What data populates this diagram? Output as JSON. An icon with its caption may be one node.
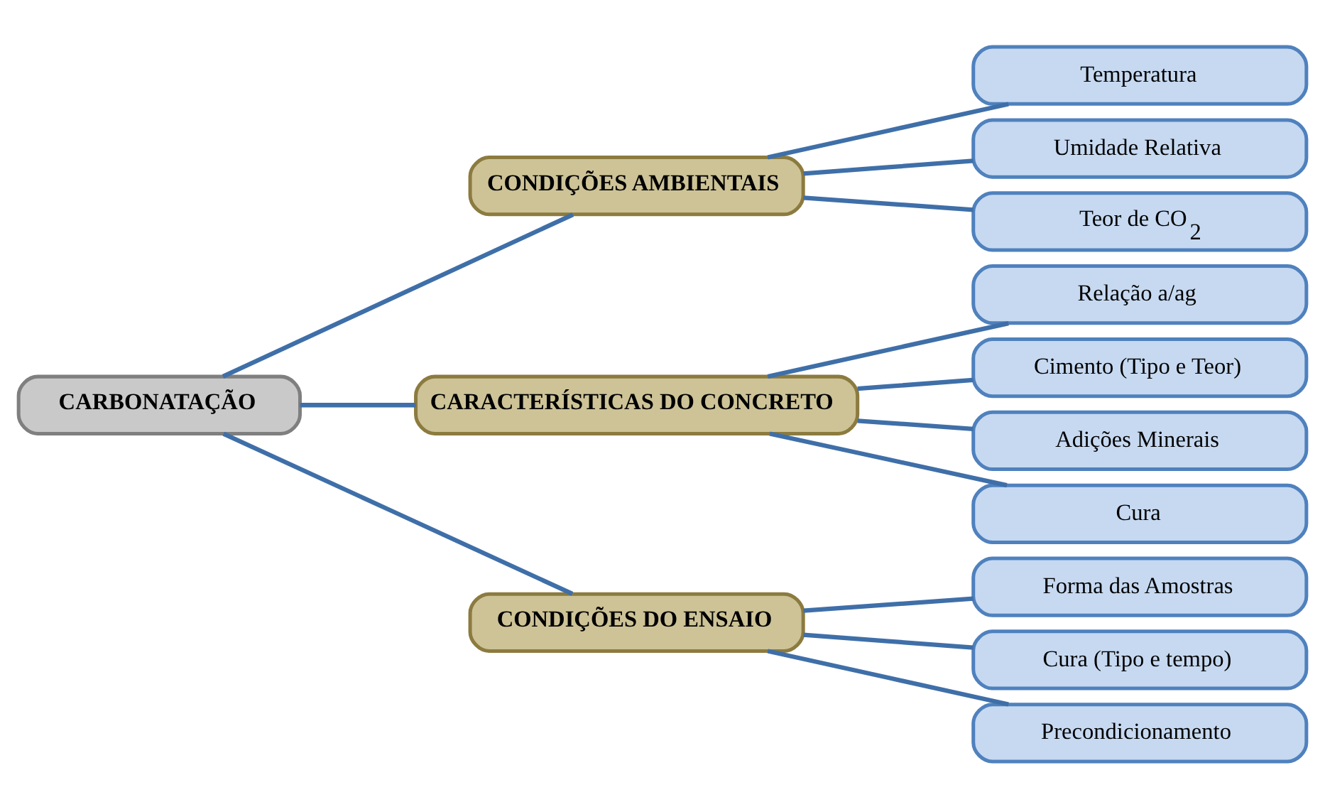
{
  "diagram": {
    "nodes": [
      {
        "text": [
          "CARBONATAÇÃO"
        ]
      },
      {
        "text": [
          "CONDIÇÕES AMBIENTAIS"
        ]
      },
      {
        "text": [
          "Temperatura"
        ]
      },
      {
        "text": [
          "Umidade Relativa"
        ]
      },
      {
        "text": [
          "Teor de CO$_{2}$"
        ]
      },
      {
        "text": [
          "CARACTERÍSTICAS DO CONCRETO"
        ]
      },
      {
        "text": [
          "Relação a/ag"
        ]
      },
      {
        "text": [
          "Cimento (Tipo e Teor)"
        ]
      },
      {
        "text": [
          "Adições Minerais"
        ]
      },
      {
        "text": [
          "Cura"
        ]
      },
      {
        "text": [
          "CONDIÇÕES DO ENSAIO"
        ]
      },
      {
        "text": [
          "Forma das Amostras"
        ]
      },
      {
        "text": [
          "Cura (Tipo e tempo)"
        ]
      },
      {
        "text": [
          "Precondicionamento"
        ]
      }
    ],
    "edges": [
      {
        "from": 0,
        "to": 1,
        "arrow": "none"
      },
      {
        "from": 0,
        "to": 5,
        "arrow": "none"
      },
      {
        "from": 0,
        "to": 10,
        "arrow": "none"
      },
      {
        "from": 1,
        "to": 2,
        "arrow": "none"
      },
      {
        "from": 1,
        "to": 3,
        "arrow": "none"
      },
      {
        "from": 1,
        "to": 4,
        "arrow": "none"
      },
      {
        "from": 5,
        "to": 6,
        "arrow": "none"
      },
      {
        "from": 5,
        "to": 7,
        "arrow": "none"
      },
      {
        "from": 5,
        "to": 8,
        "arrow": "none"
      },
      {
        "from": 5,
        "to": 9,
        "arrow": "none"
      },
      {
        "from": 10,
        "to": 11,
        "arrow": "none"
      },
      {
        "from": 10,
        "to": 12,
        "arrow": "none"
      },
      {
        "from": 10,
        "to": 13,
        "arrow": "none"
      }
    ]
  }
}
